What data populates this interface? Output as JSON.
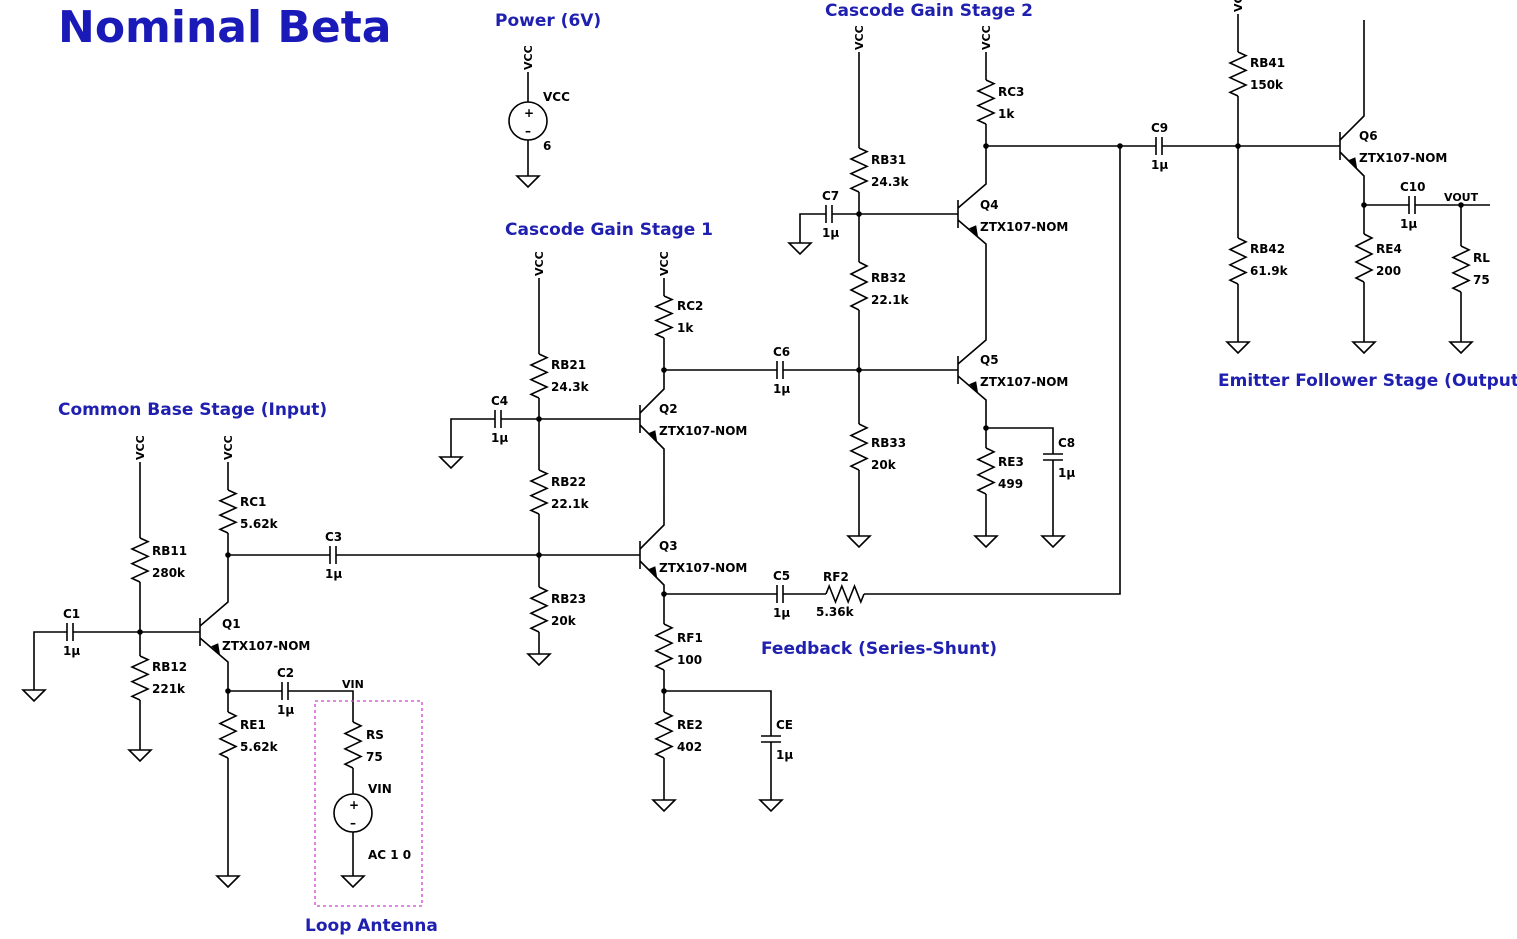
{
  "title": "Nominal Beta",
  "sections": {
    "power": "Power (6V)",
    "cascode1": "Cascode Gain Stage 1",
    "cascode2": "Cascode Gain Stage 2",
    "common_base": "Common Base Stage (Input)",
    "emitter_follower": "Emitter Follower Stage (Output)",
    "feedback": "Feedback (Series-Shunt)",
    "loop_antenna": "Loop Antenna"
  },
  "supply_label": "VCC",
  "supply_pin": "VCC",
  "vcc_source": {
    "name": "VCC",
    "value": "6"
  },
  "vin_source": {
    "name": "VIN",
    "value": "AC 1 0"
  },
  "nets": {
    "vin": "VIN",
    "vout": "VOUT"
  },
  "resistors": {
    "RB11": "280k",
    "RB12": "221k",
    "RC1": "5.62k",
    "RE1": "5.62k",
    "RB21": "24.3k",
    "RB22": "22.1k",
    "RB23": "20k",
    "RC2": "1k",
    "RF1": "100",
    "RE2": "402",
    "RB31": "24.3k",
    "RB32": "22.1k",
    "RB33": "20k",
    "RC3": "1k",
    "RE3": "499",
    "RB41": "150k",
    "RB42": "61.9k",
    "RE4": "200",
    "RL": "75",
    "RS": "75",
    "RF2": "5.36k"
  },
  "capacitors": {
    "C1": "1µ",
    "C2": "1µ",
    "C3": "1µ",
    "C4": "1µ",
    "C5": "1µ",
    "C6": "1µ",
    "C7": "1µ",
    "C8": "1µ",
    "C9": "1µ",
    "C10": "1µ",
    "CE": "1µ"
  },
  "transistors": {
    "Q1": "ZTX107-NOM",
    "Q2": "ZTX107-NOM",
    "Q3": "ZTX107-NOM",
    "Q4": "ZTX107-NOM",
    "Q5": "ZTX107-NOM",
    "Q6": "ZTX107-NOM"
  }
}
